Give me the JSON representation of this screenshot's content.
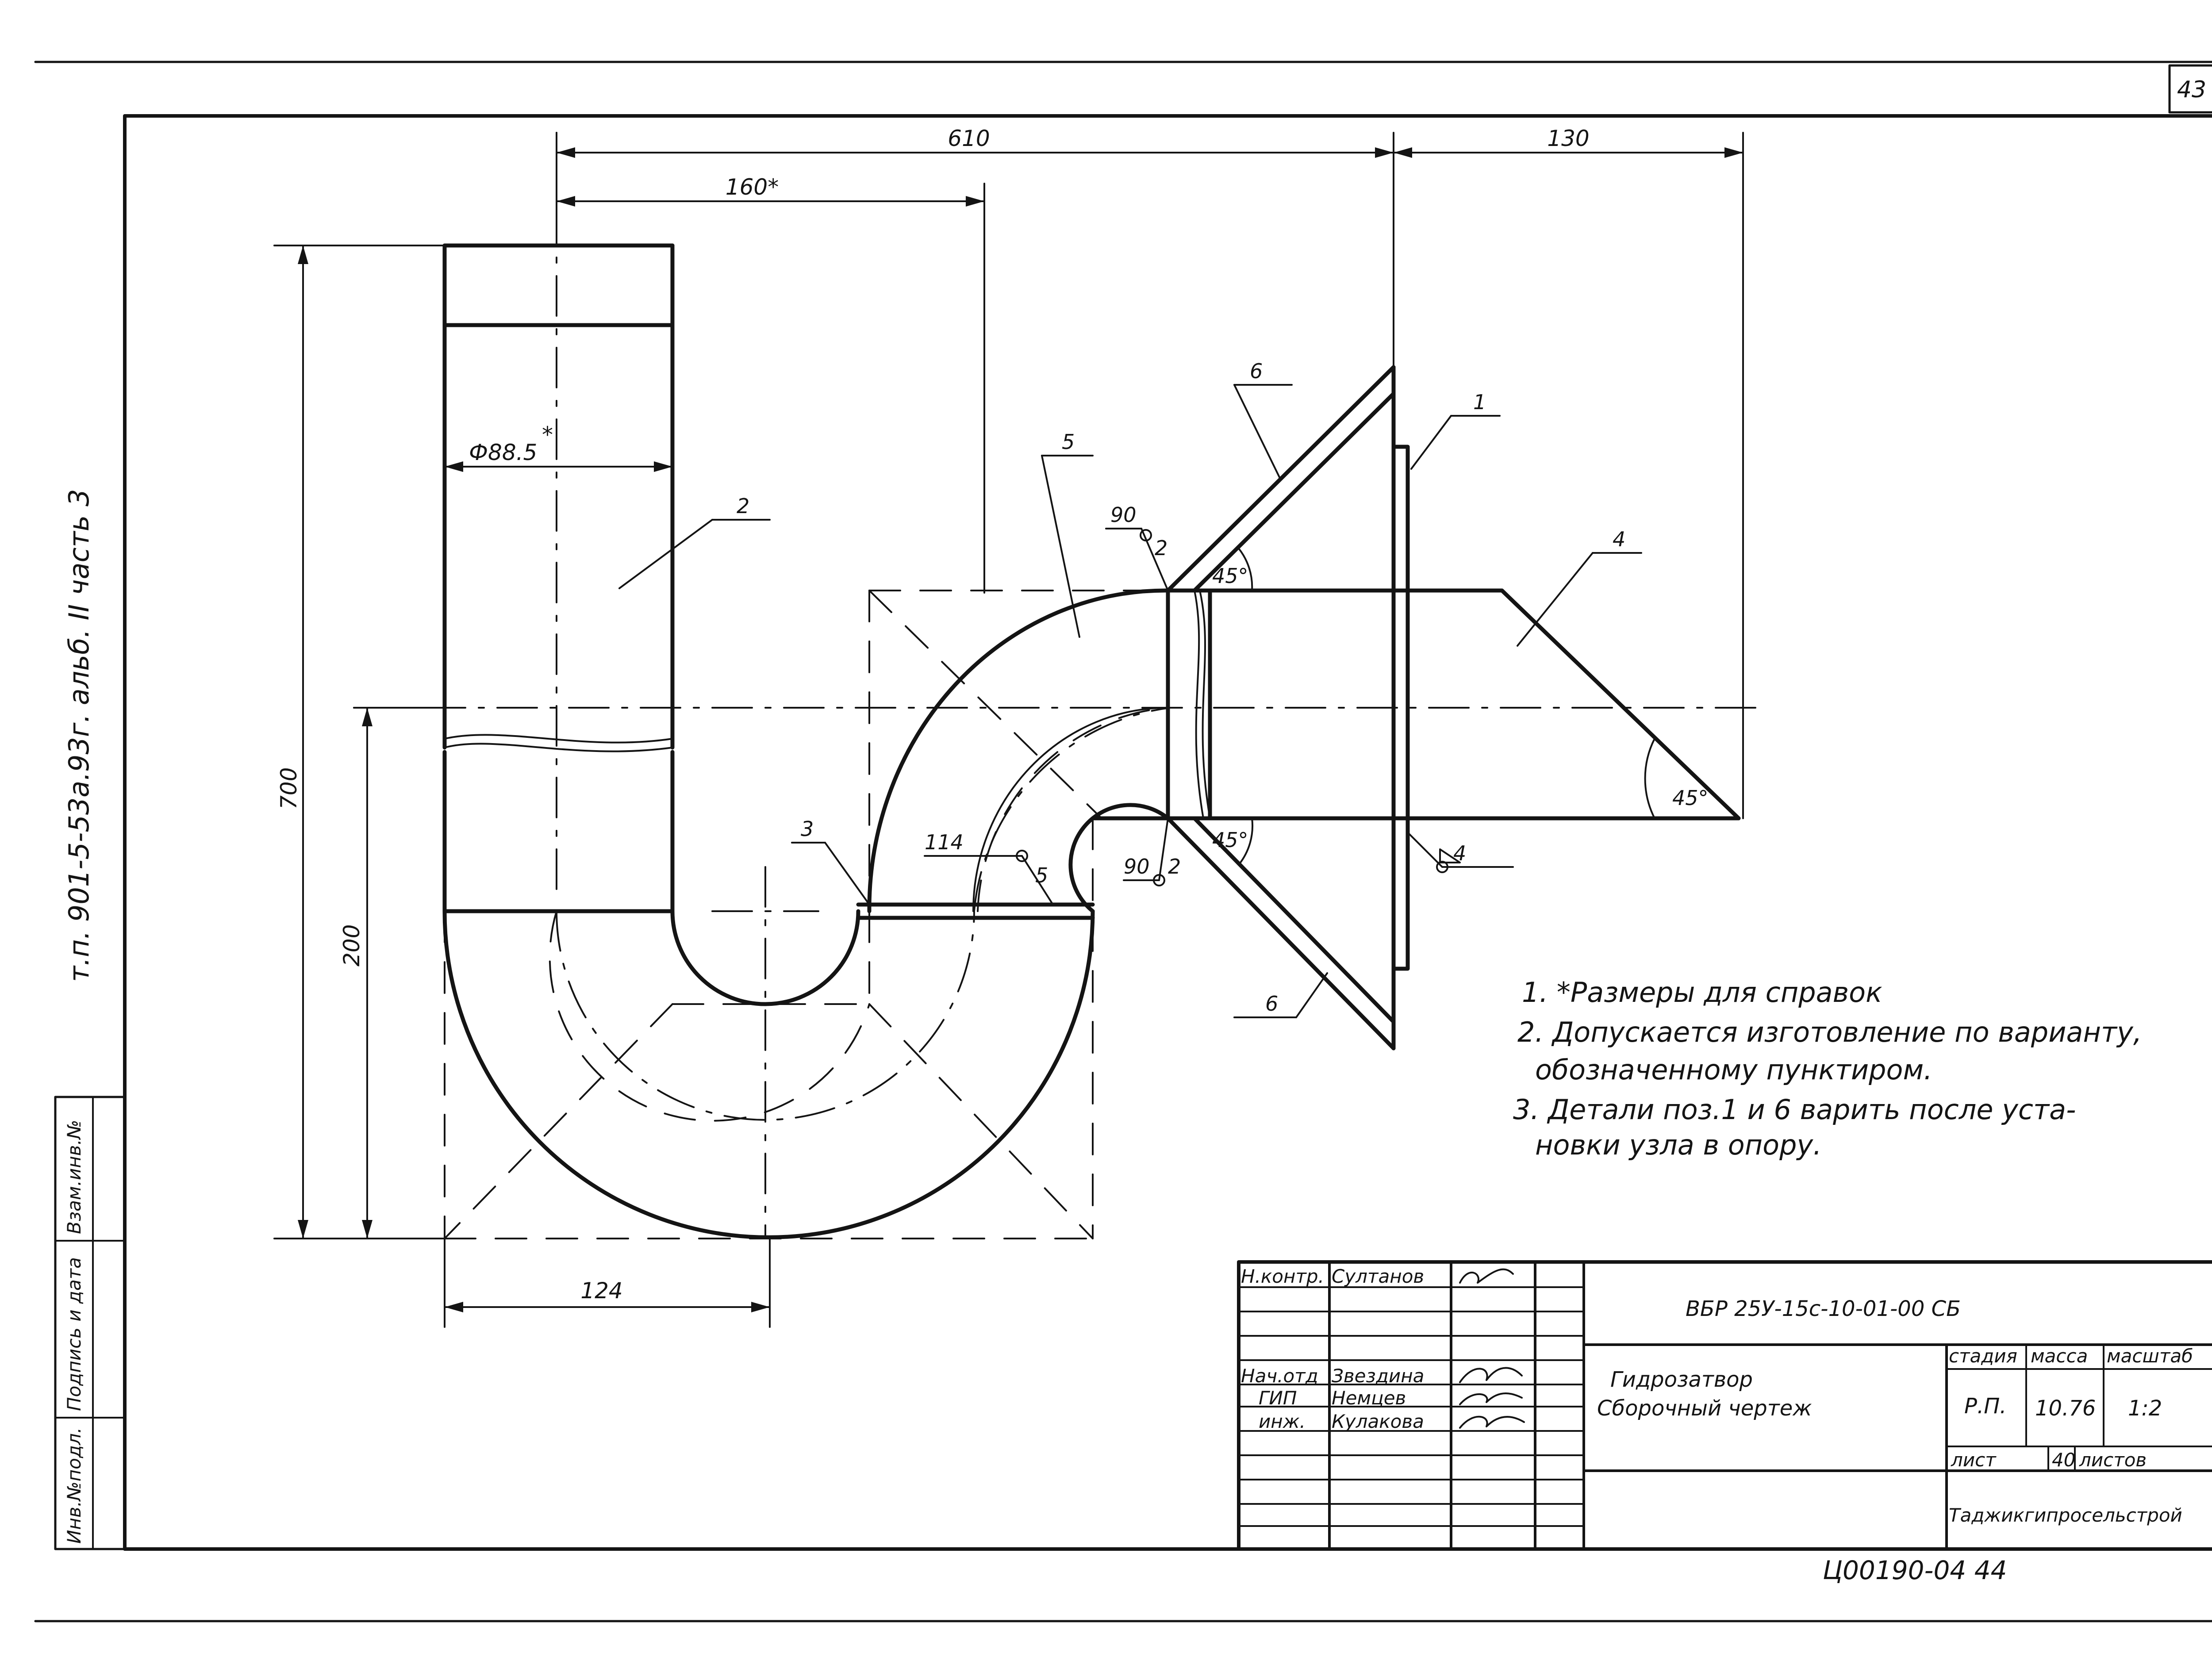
{
  "sheet": {
    "page_number": "43",
    "side_caption": "т.п. 901-5-53а.93г.  альб. II  часть 3",
    "bottom_code": "Ц00190-04   44"
  },
  "dimensions": {
    "d610": "610",
    "d160": "160*",
    "d130": "130",
    "d700": "700",
    "d200": "200",
    "d124": "124",
    "d_diam": "Ф88.5",
    "d_diam_star": "*",
    "a45_top": "45°",
    "a45_bottom": "45°",
    "a45_cut": "45°"
  },
  "welds": {
    "w90_top": "90",
    "w2_top": "2",
    "w90_bottom": "90",
    "w2_bottom": "2",
    "w114": "114",
    "w5": "5",
    "w4": "4"
  },
  "positions": {
    "p1": "1",
    "p2": "2",
    "p3": "3",
    "p4": "4",
    "p5": "5",
    "p6_top": "6",
    "p6_bottom": "6"
  },
  "notes": {
    "n1": "1. *Размеры для справок",
    "n2a": "2. Допускается изготовление по варианту,",
    "n2b": "обозначенному пунктиром.",
    "n3a": "3. Детали поз.1 и 6 варить после уста-",
    "n3b": "новки узла в опору."
  },
  "stamp": {
    "designation": "ВБР 25У-15с-10-01-00 СБ",
    "title_line1": "Гидрозатвор",
    "title_line2": "Сборочный чертеж",
    "h_stage": "стадия",
    "h_mass": "масса",
    "h_scale": "масштаб",
    "stage": "Р.П.",
    "mass": "10.76",
    "scale": "1:2",
    "sheet_label": "лист",
    "sheet_num": "40",
    "sheets_label": "листов",
    "organization": "Таджикгипросельстрой",
    "roles": [
      {
        "role": "Н.контр.",
        "name": "Султанов"
      },
      {
        "role": "Нач.отд",
        "name": "Звездина"
      },
      {
        "role": "ГИП",
        "name": "Немцев"
      },
      {
        "role": "инж.",
        "name": "Кулакова"
      }
    ]
  },
  "side_block": {
    "c1": "Взам.инв.№",
    "c2": "Подпись и дата",
    "c3": "Инв.№подл."
  }
}
